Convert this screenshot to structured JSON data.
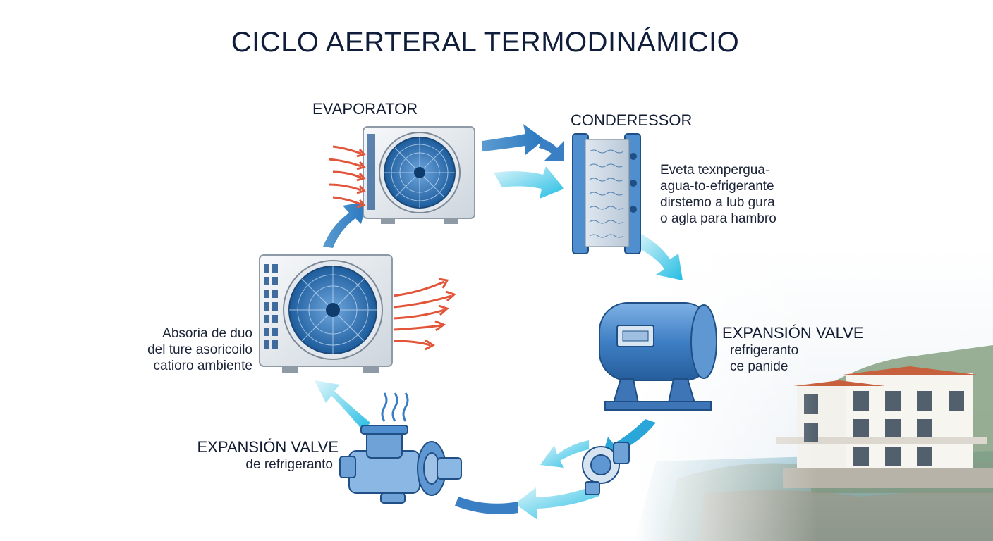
{
  "title": "CICLO AERTERAL TERMODINÁMICIO",
  "evaporator": {
    "label": "EVAPORATOR"
  },
  "condenser": {
    "label": "CONDERESSOR",
    "note": [
      "Eveta texnpergua-",
      "agua-to-efrigerante",
      "dirstemo a lub gura",
      "o agla para hambro"
    ]
  },
  "outdoor_unit_left": {
    "note": [
      "Absoria de duo",
      "del ture asoricoilo",
      "catioro ambiente"
    ]
  },
  "tank": {
    "label": "EXPANSIÓN VALVE",
    "note": [
      "refrigeranto",
      "ce panide"
    ]
  },
  "pump": {
    "label": "EXPANSIÓN VALVE",
    "note": "de refrigeranto"
  },
  "colors": {
    "title": "#0f1d3a",
    "flow_blue": "#3a86c8",
    "flow_cyan": "#28c0e4",
    "heat_red": "#e2553a",
    "equipment_blue": "#4f8fd0",
    "sea": "#7fb6c7"
  }
}
